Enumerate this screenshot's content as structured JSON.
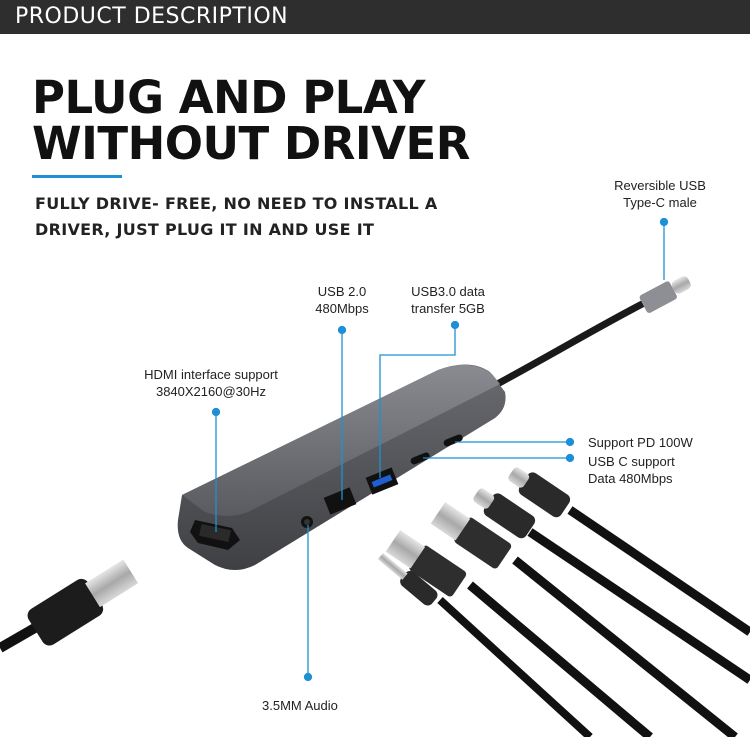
{
  "header": {
    "title": "PRODUCT DESCRIPTION"
  },
  "headline": {
    "line1": "PLUG AND PLAY",
    "line2": "WITHOUT DRIVER"
  },
  "subheadline": {
    "line1": "FULLY DRIVE- FREE, NO NEED TO INSTALL A",
    "line2": "DRIVER,   JUST PLUG IT IN AND USE IT"
  },
  "callouts": {
    "usbc_male": {
      "line1": "Reversible USB",
      "line2": "Type-C male"
    },
    "usb2": {
      "line1": "USB 2.0",
      "line2": "480Mbps"
    },
    "usb3": {
      "line1": "USB3.0 data",
      "line2": "transfer 5GB"
    },
    "hdmi": {
      "line1": "HDMI interface support",
      "line2": "3840X2160@30Hz"
    },
    "pd": {
      "line1": "Support PD 100W"
    },
    "usbc_data": {
      "line1": "USB C support",
      "line2": "Data 480Mbps"
    },
    "audio": {
      "line1": "3.5MM Audio"
    }
  },
  "colors": {
    "accent": "#1f8fd6",
    "header_bg": "#2e2e2e",
    "hub_body": "#5f6065"
  }
}
